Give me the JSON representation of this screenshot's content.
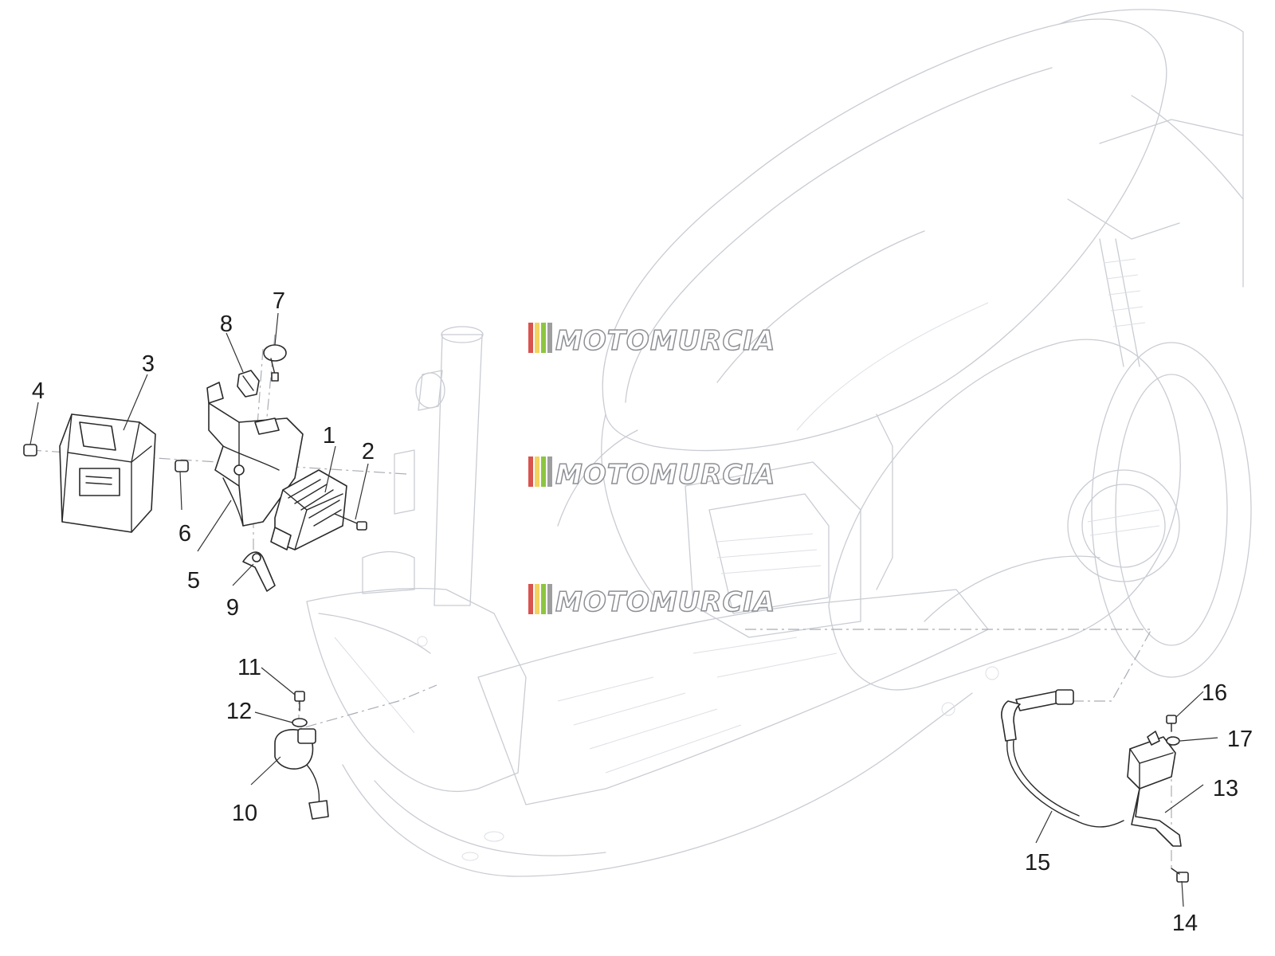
{
  "watermark": {
    "text": "MOTOMURCIA",
    "stripe_colors": [
      "#d9534f",
      "#f4d35e",
      "#8cc63f",
      "#9e9e9e"
    ]
  },
  "callouts": [
    {
      "id": "1",
      "label": "1"
    },
    {
      "id": "2",
      "label": "2"
    },
    {
      "id": "3",
      "label": "3"
    },
    {
      "id": "4",
      "label": "4"
    },
    {
      "id": "5",
      "label": "5"
    },
    {
      "id": "6",
      "label": "6"
    },
    {
      "id": "7",
      "label": "7"
    },
    {
      "id": "8",
      "label": "8"
    },
    {
      "id": "9",
      "label": "9"
    },
    {
      "id": "10",
      "label": "10"
    },
    {
      "id": "11",
      "label": "11"
    },
    {
      "id": "12",
      "label": "12"
    },
    {
      "id": "13",
      "label": "13"
    },
    {
      "id": "14",
      "label": "14"
    },
    {
      "id": "15",
      "label": "15"
    },
    {
      "id": "16",
      "label": "16"
    },
    {
      "id": "17",
      "label": "17"
    }
  ],
  "colors": {
    "ghost_outline": "#c9ccd3",
    "part_outline": "#2a2a2a",
    "background": "#ffffff"
  }
}
